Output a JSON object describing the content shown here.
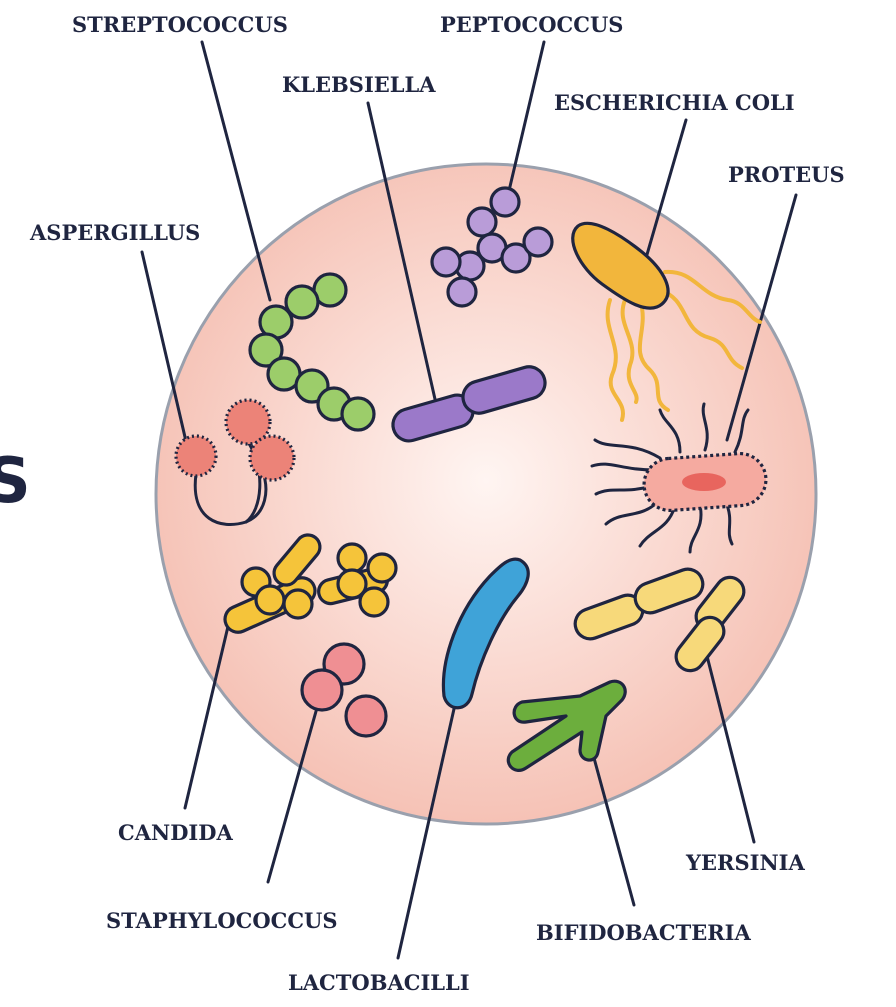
{
  "partial_heading": "S",
  "labels": {
    "streptococcus": "STREPTOCOCCUS",
    "peptococcus": "PEPTOCOCCUS",
    "klebsiella": "KLEBSIELLA",
    "escherichia_coli": "ESCHERICHIA COLI",
    "proteus": "PROTEUS",
    "aspergillus": "ASPERGILLUS",
    "candida": "CANDIDA",
    "staphylococcus": "STAPHYLOCOCCUS",
    "lactobacilli": "LACTOBACILLI",
    "bifidobacteria": "BIFIDOBACTERIA",
    "yersinia": "YERSINIA"
  },
  "colors": {
    "dish_fill": "#f7c9bd",
    "outline": "#1f2540",
    "streptococcus": "#9ccd6a",
    "peptococcus": "#b99cd8",
    "klebsiella": "#9b79c9",
    "escherichia_coli": "#f2b63c",
    "proteus_body": "#f5aaa0",
    "aspergillus": "#ec8378",
    "candida": "#f5c43a",
    "staphylococcus": "#ef8f93",
    "lactobacilli": "#3fa3d8",
    "bifidobacteria": "#6cae3d",
    "yersinia": "#f7d97a"
  }
}
